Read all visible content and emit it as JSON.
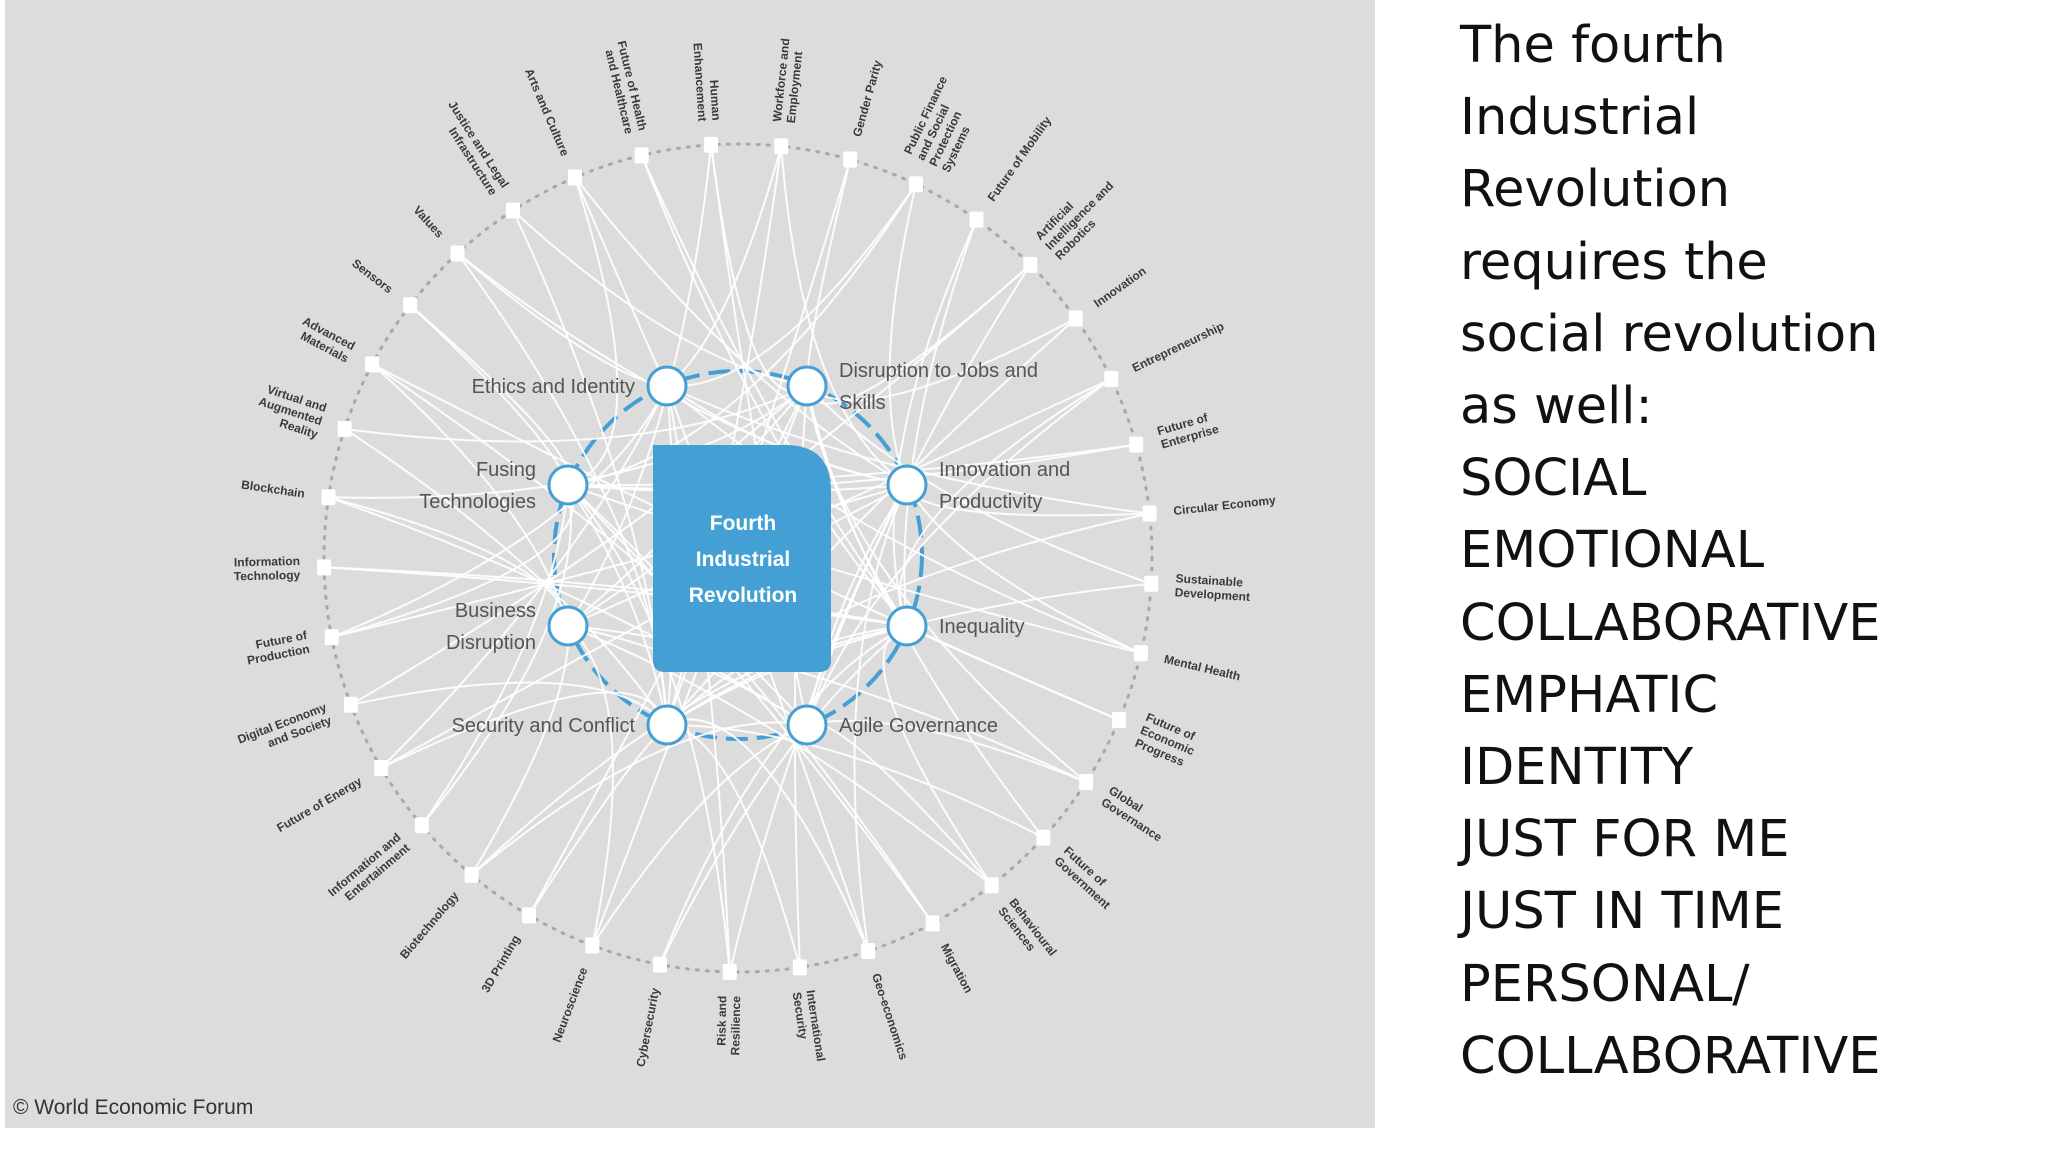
{
  "diagram": {
    "center_label": [
      "Fourth",
      "Industrial",
      "Revolution"
    ],
    "inner_nodes": [
      {
        "label": [
          "Ethics and Identity"
        ],
        "side": "left"
      },
      {
        "label": [
          "Disruption to Jobs and",
          "Skills"
        ],
        "side": "right"
      },
      {
        "label": [
          "Innovation and",
          "Productivity"
        ],
        "side": "right"
      },
      {
        "label": [
          "Inequality"
        ],
        "side": "right"
      },
      {
        "label": [
          "Agile Governance"
        ],
        "side": "right"
      },
      {
        "label": [
          "Security and Conflict"
        ],
        "side": "left"
      },
      {
        "label": [
          "Business",
          "Disruption"
        ],
        "side": "left"
      },
      {
        "label": [
          "Fusing",
          "Technologies"
        ],
        "side": "left"
      }
    ],
    "outer_topics": [
      [
        "Workforce and",
        "Employment"
      ],
      [
        "Gender Parity"
      ],
      [
        "Public Finance",
        "and Social",
        "Protection",
        "Systems"
      ],
      [
        "Future of Mobility"
      ],
      [
        "Artificial",
        "Intelligence and",
        "Robotics"
      ],
      [
        "Innovation"
      ],
      [
        "Entrepreneurship"
      ],
      [
        "Future of",
        "Enterprise"
      ],
      [
        "Circular Economy"
      ],
      [
        "Sustainable",
        "Development"
      ],
      [
        "Mental Health"
      ],
      [
        "Future of",
        "Economic",
        "Progress"
      ],
      [
        "Global",
        "Governance"
      ],
      [
        "Future of",
        "Government"
      ],
      [
        "Behavioural",
        "Sciences"
      ],
      [
        "Migration"
      ],
      [
        "Geo-economics"
      ],
      [
        "International",
        "Security"
      ],
      [
        "Risk and",
        "Resilience"
      ],
      [
        "Cybersecurity"
      ],
      [
        "Neuroscience"
      ],
      [
        "3D Printing"
      ],
      [
        "Biotechnology"
      ],
      [
        "Information and",
        "Entertainment"
      ],
      [
        "Future of Energy"
      ],
      [
        "Digital Economy",
        "and Society"
      ],
      [
        "Future of",
        "Production"
      ],
      [
        "Information",
        "Technology"
      ],
      [
        "Blockchain"
      ],
      [
        "Virtual and",
        "Augmented",
        "Reality"
      ],
      [
        "Advanced",
        "Materials"
      ],
      [
        "Sensors"
      ],
      [
        "Values"
      ],
      [
        "Justice and Legal",
        "Infrastructure"
      ],
      [
        "Arts and Culture"
      ],
      [
        "Future of Health",
        "and Healthcare"
      ],
      [
        "Human",
        "Enhancement"
      ]
    ],
    "copyright": "© World Economic Forum",
    "colors": {
      "panel": "#dcdcdc",
      "center_box": "#44a0d4",
      "ring": "#44a0d4",
      "lines": "#ffffff",
      "outer_dots": "#a8a8a8"
    }
  },
  "side_text": [
    "The fourth",
    "Industrial",
    "Revolution",
    "requires the",
    "social revolution",
    "as well:",
    "SOCIAL",
    "EMOTIONAL",
    "COLLABORATIVE",
    "EMPHATIC",
    "IDENTITY",
    "JUST FOR ME",
    "JUST IN TIME",
    "PERSONAL/",
    "COLLABORATIVE"
  ]
}
